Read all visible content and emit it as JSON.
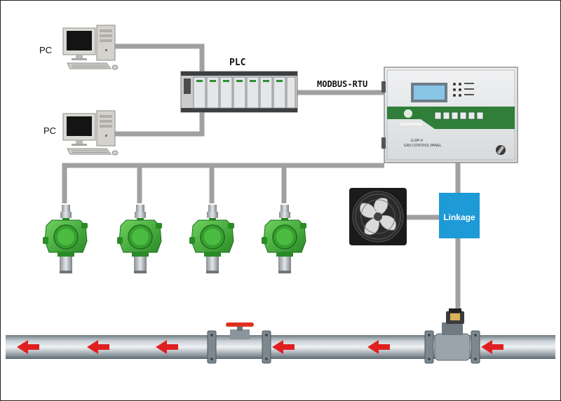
{
  "labels": {
    "pc_top": "PC",
    "pc_bottom": "PC",
    "plc": "PLC",
    "protocol": "MODBUS-RTU",
    "linkage": "Linkage",
    "panel_brand": "prosense",
    "panel_model": "G-DP-4",
    "panel_name": "GAS CONTROL PANEL"
  },
  "icons": {
    "pc": "desktop-computer-icon",
    "plc": "plc-rack-icon",
    "panel": "gas-control-panel-icon",
    "detector": "gas-detector-icon",
    "fan": "exhaust-fan-icon",
    "valve": "solenoid-valve-icon",
    "manual_valve": "manual-valve-icon",
    "flow_arrow": "left-arrow-icon"
  },
  "detectors": [
    {
      "id": "detector-1"
    },
    {
      "id": "detector-2"
    },
    {
      "id": "detector-3"
    },
    {
      "id": "detector-4"
    }
  ],
  "colors": {
    "wire": "#a0a0a0",
    "detector_green": "#3fa535",
    "linkage_blue": "#1e9ad6",
    "flow_arrow": "#e02020",
    "pipe": "#9aa4ab",
    "panel_green": "#2f7f3a"
  }
}
